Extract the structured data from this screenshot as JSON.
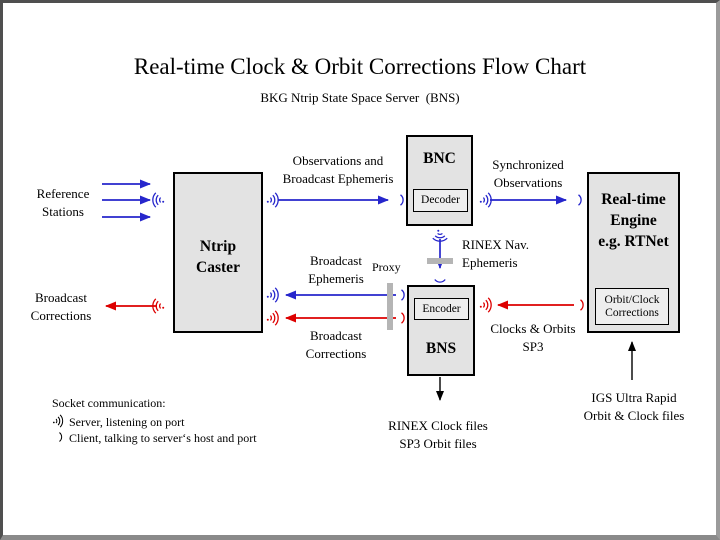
{
  "slide": {
    "title": "Real-time Clock & Orbit Corrections Flow Chart",
    "subtitle": "BKG Ntrip State Space Server  (BNS)"
  },
  "colors": {
    "blue": "#2626cc",
    "red": "#dd0000",
    "black": "#000000",
    "box_fill": "#e3e3e3",
    "subbox_fill": "#eeeeee",
    "proxy_gray": "#b5b5b5"
  },
  "boxes": {
    "ntrip_caster": {
      "line1": "Ntrip",
      "line2": "Caster"
    },
    "bnc": {
      "title": "BNC",
      "sub": "Decoder"
    },
    "bns": {
      "title": "BNS",
      "sub": "Encoder"
    },
    "engine": {
      "line1": "Real-time",
      "line2": "Engine",
      "line3": "e.g. RTNet",
      "sub_line1": "Orbit/Clock",
      "sub_line2": "Corrections"
    }
  },
  "labels": {
    "reference_stations": {
      "line1": "Reference",
      "line2": "Stations"
    },
    "broadcast_corrections_left": {
      "line1": "Broadcast",
      "line2": "Corrections"
    },
    "observations_ephemeris": {
      "line1": "Observations and",
      "line2": "Broadcast Ephemeris"
    },
    "synchronized_observations": {
      "line1": "Synchronized",
      "line2": "Observations"
    },
    "broadcast_ephemeris_mid": {
      "line1": "Broadcast",
      "line2": "Ephemeris"
    },
    "broadcast_corrections_mid": {
      "line1": "Broadcast",
      "line2": "Corrections"
    },
    "proxy": "Proxy",
    "rinex_nav": {
      "line1": "RINEX Nav.",
      "line2": "Ephemeris"
    },
    "clocks_orbits": {
      "line1": "Clocks & Orbits",
      "line2": "SP3"
    },
    "rinex_files": {
      "line1": "RINEX Clock files",
      "line2": "SP3 Orbit files"
    },
    "igs": {
      "line1": "IGS Ultra Rapid",
      "line2": "Orbit & Clock files"
    },
    "legend": {
      "title": "Socket communication:",
      "server": "Server, listening on port",
      "client": "Client, talking to server‘s host and port"
    }
  }
}
